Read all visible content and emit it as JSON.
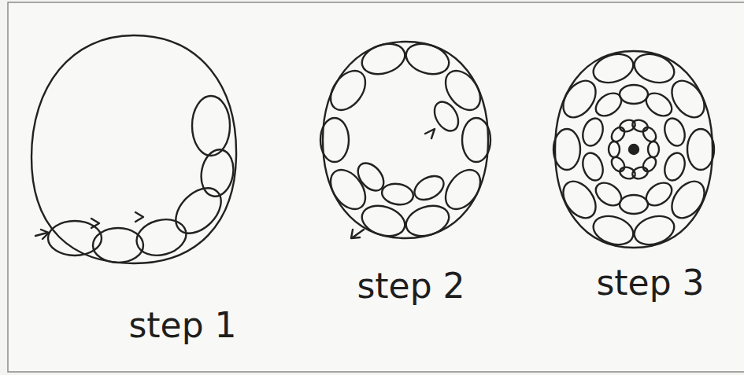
{
  "diagram": {
    "labels": [
      "step 1",
      "step 2",
      "step 3"
    ]
  }
}
